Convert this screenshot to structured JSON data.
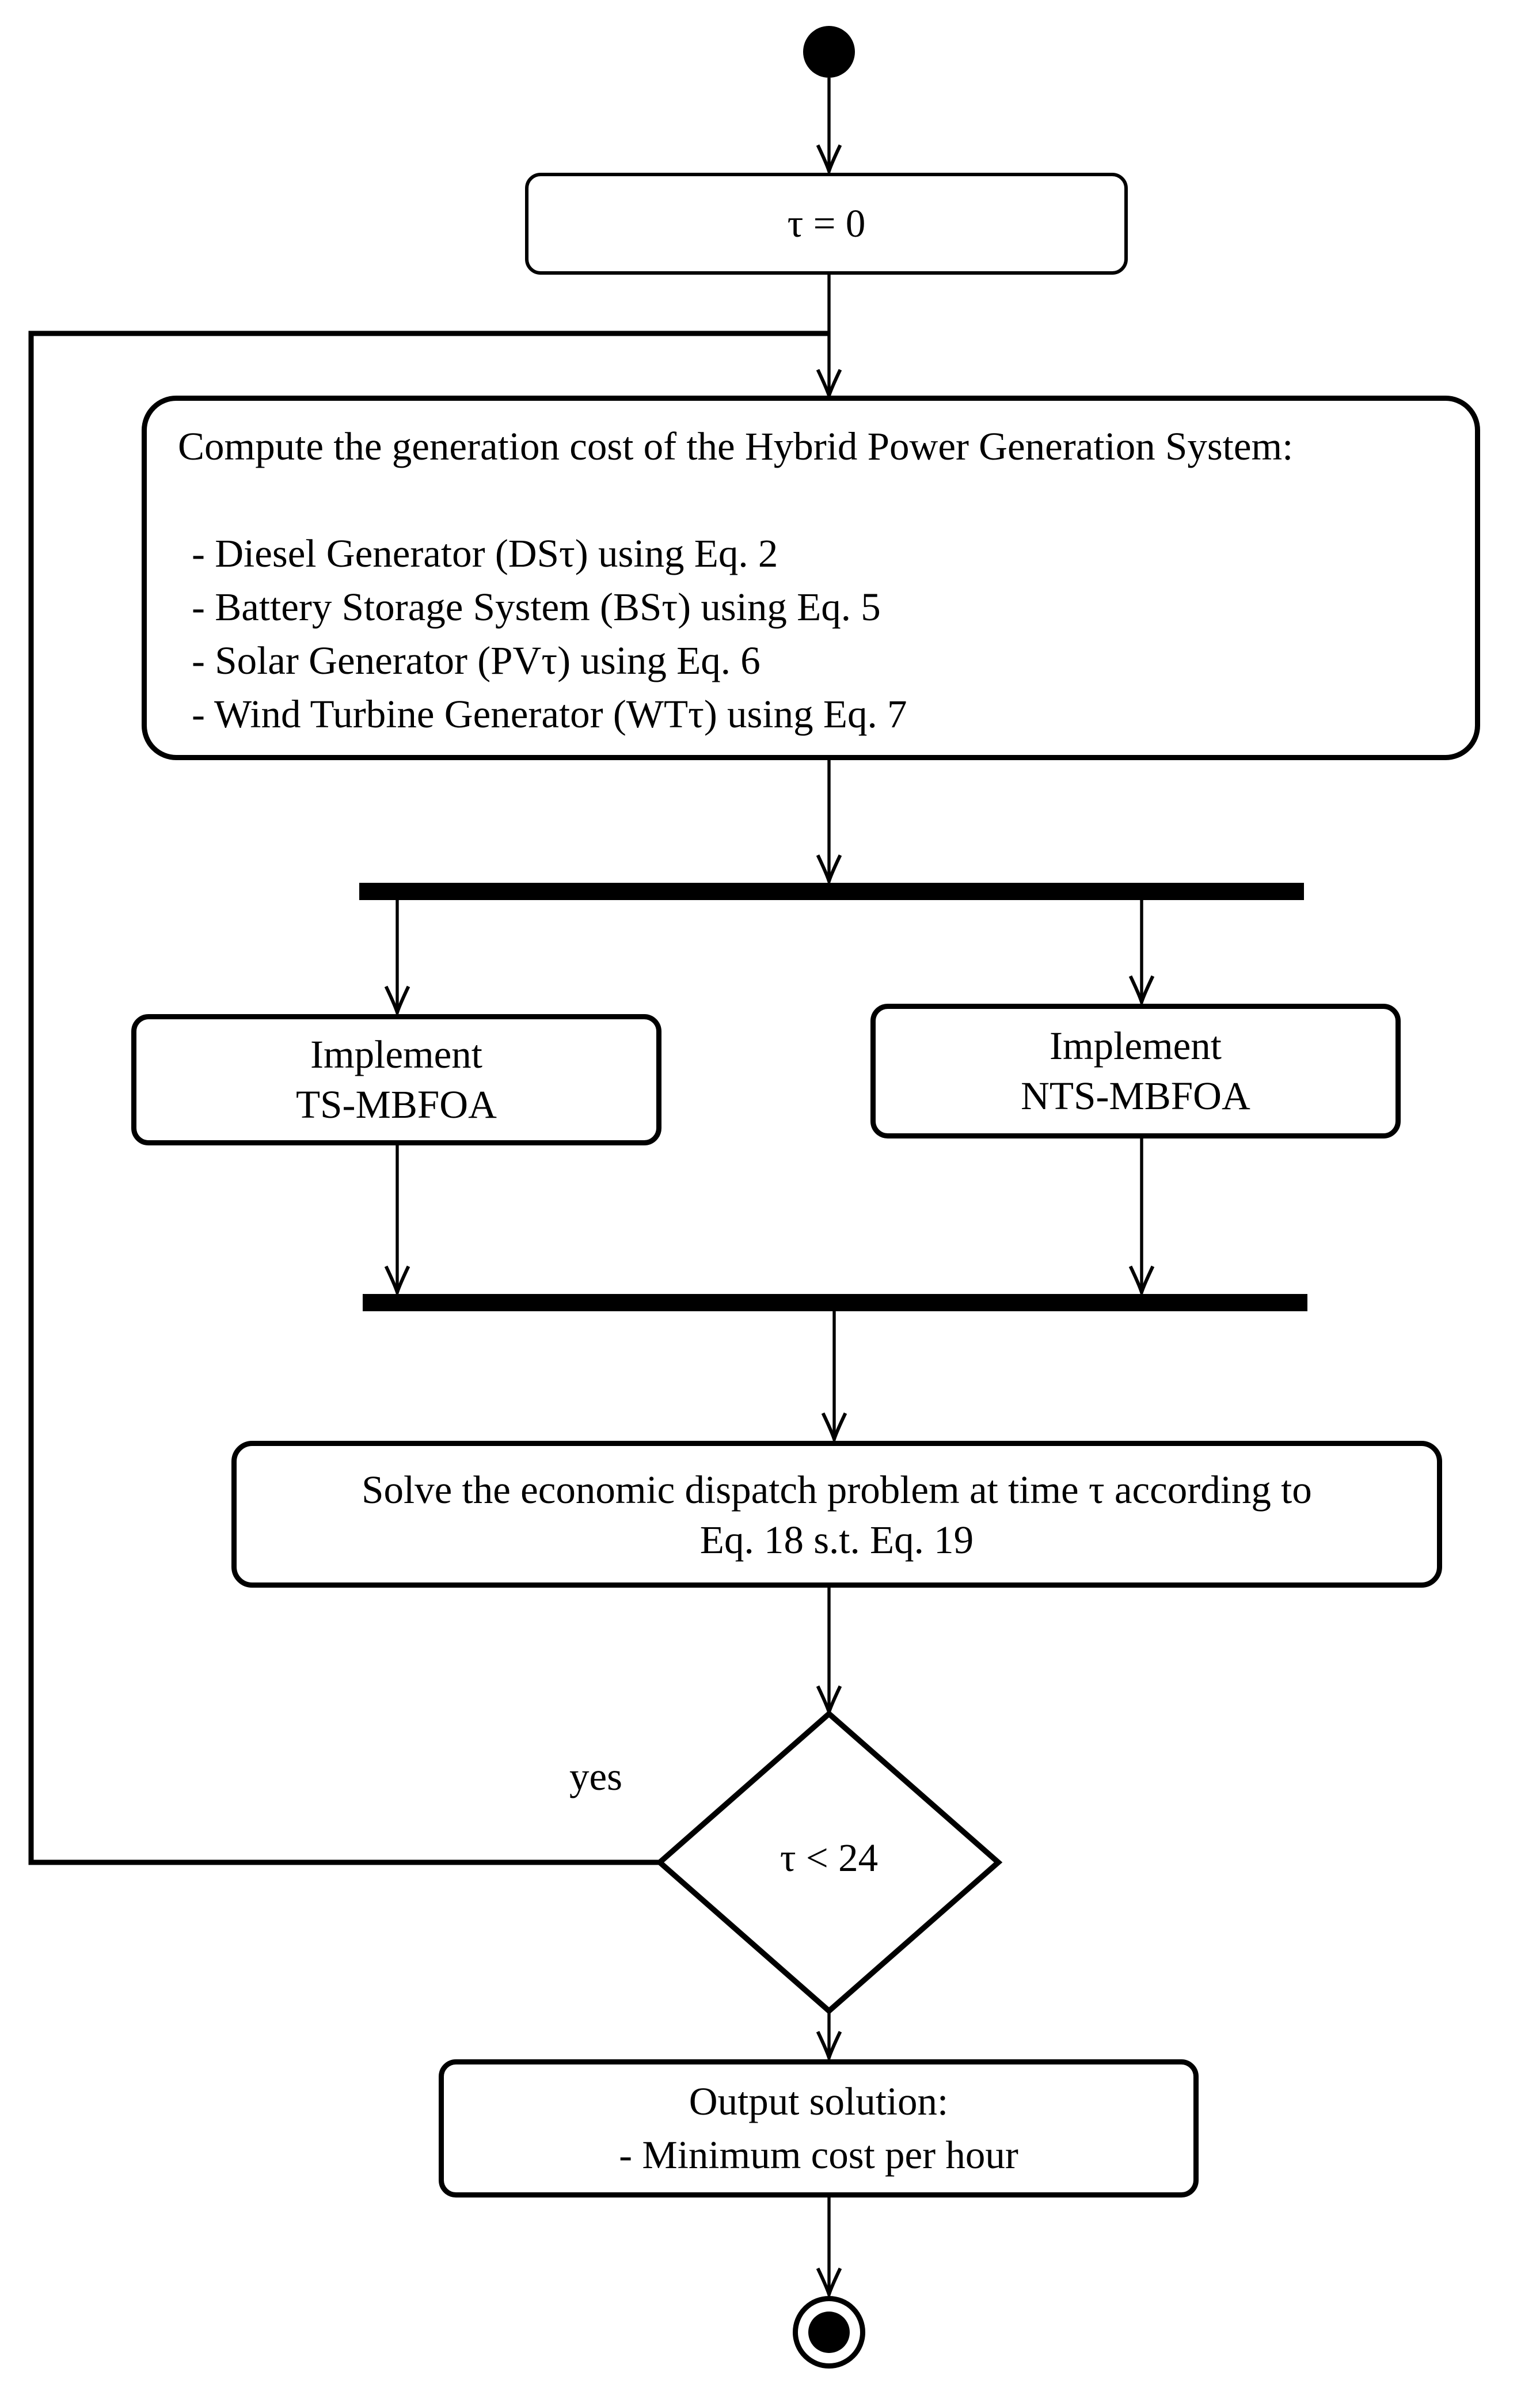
{
  "diagram": {
    "init": {
      "label": "τ = 0"
    },
    "compute": {
      "title": "Compute the generation cost of the Hybrid Power Generation System:",
      "items": [
        "- Diesel Generator (DSτ) using Eq. 2",
        "- Battery Storage System (BSτ) using Eq. 5",
        "- Solar Generator (PVτ) using Eq. 6",
        "- Wind Turbine Generator (WTτ) using Eq. 7"
      ]
    },
    "branch_left": {
      "line1": "Implement",
      "line2": "TS-MBFOA"
    },
    "branch_right": {
      "line1": "Implement",
      "line2": "NTS-MBFOA"
    },
    "solve": {
      "line1": "Solve the economic dispatch problem at time τ according to",
      "line2": "Eq. 18 s.t. Eq. 19"
    },
    "decision": {
      "label": "τ < 24",
      "yes_label": "yes"
    },
    "output": {
      "line1": "Output solution:",
      "line2": "- Minimum cost per hour"
    },
    "colors": {
      "line": "#000000",
      "background": "#ffffff"
    }
  }
}
